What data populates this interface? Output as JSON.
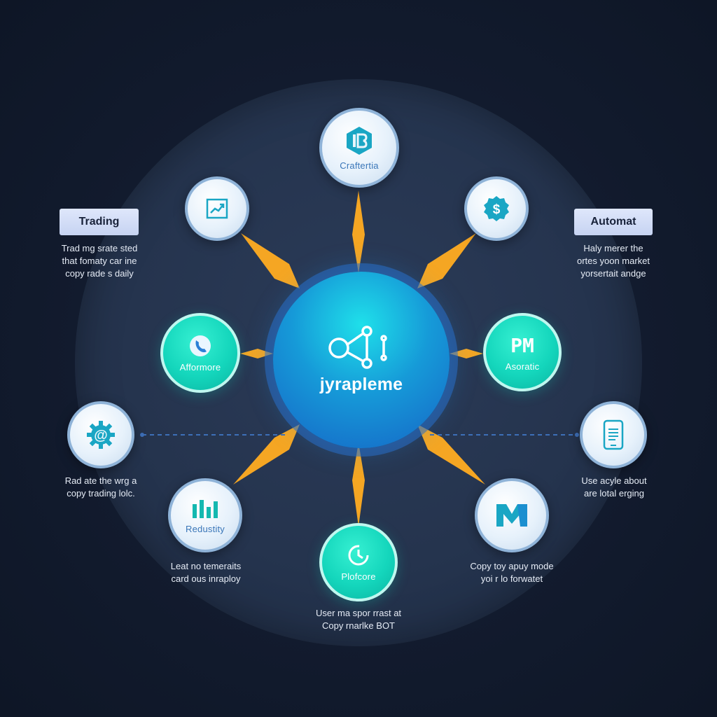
{
  "colors": {
    "background": "#131c30",
    "disc": "#26354f",
    "connector": "#f5a623",
    "teal_node": "#14d6bc",
    "light_node": "#e6f1fb",
    "node_label": "#3a76b8",
    "center": "#1a8fd8"
  },
  "center": {
    "title": "jyrapleme",
    "icon": "share-network-icon"
  },
  "nodes": {
    "top": {
      "label": "Craftertia",
      "icon": "cube-logo-icon"
    },
    "top_left": {
      "icon": "chart-trend-icon"
    },
    "top_right": {
      "icon": "dollar-badge-icon"
    },
    "left": {
      "label": "Afformore",
      "icon": "phone-icon"
    },
    "right": {
      "label": "Asoratic",
      "icon": "pm-logo-icon"
    },
    "far_left": {
      "icon": "gear-at-icon"
    },
    "far_right": {
      "icon": "mobile-document-icon"
    },
    "bottom_left": {
      "label": "Redustity",
      "icon": "bar-chart-icon"
    },
    "bottom": {
      "label": "Plofcore",
      "icon": "clock-icon"
    },
    "bottom_right": {
      "icon": "m-logo-icon"
    }
  },
  "tags": {
    "left": "Trading",
    "right": "Automat"
  },
  "descriptions": {
    "top_left": [
      "Trad mg srate sted",
      "that fomaty car ine",
      "copy rade s daily"
    ],
    "top_right": [
      "Haly merer the",
      "ortes yoon market",
      "yorsertait andge"
    ],
    "far_left": [
      "Rad ate the wrg a",
      "copy trading lolc."
    ],
    "far_right": [
      "Use acyle about",
      "are lotal erging"
    ],
    "bottom_left": [
      "Leat no temeraits",
      "card ous inraploy"
    ],
    "bottom": [
      "User ma spor rrast at",
      "Copy rnarlke BOT"
    ],
    "bottom_right": [
      "Copy toy apuy mode",
      "yoi r lo forwatet"
    ]
  }
}
